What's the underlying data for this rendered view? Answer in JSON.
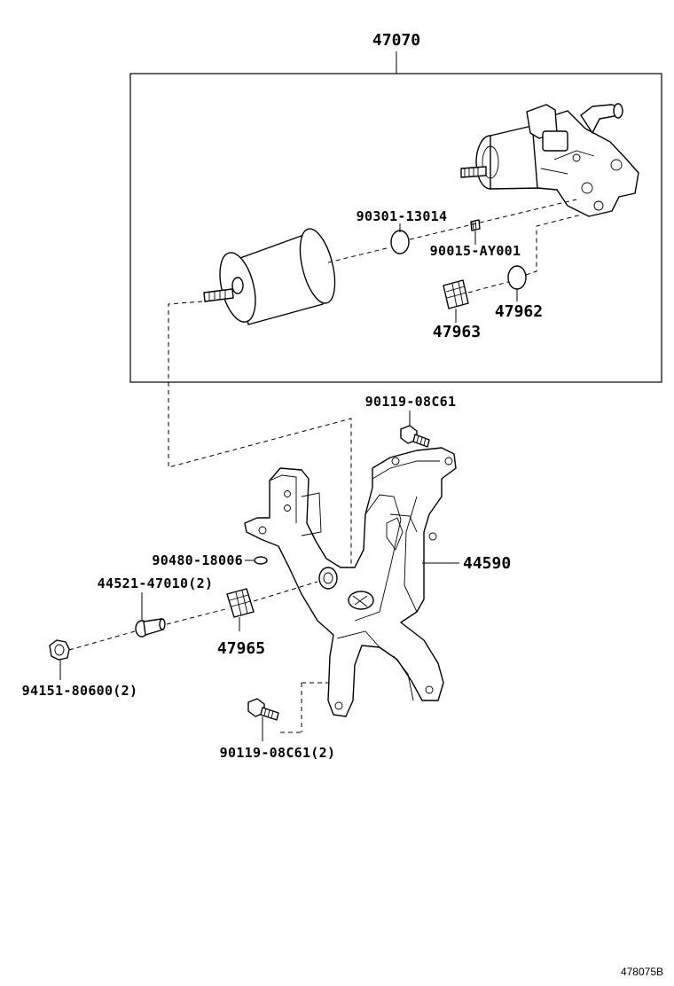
{
  "labels": {
    "assembly": "47070",
    "seal_ring": "90301-13014",
    "plug": "90015-AY001",
    "o_ring": "47962",
    "damper_upper": "47963",
    "bolt_top": "90119-08C61",
    "bracket": "44590",
    "washer": "90480-18006",
    "pin": "44521-47010(2)",
    "damper_lower": "47965",
    "nut": "94151-80600(2)",
    "bolt_bottom": "90119-08C61(2)"
  },
  "figure_ref": "478075B"
}
